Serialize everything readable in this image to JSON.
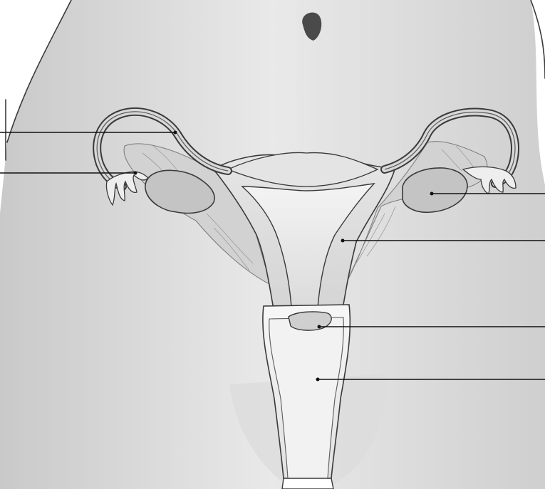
{
  "diagram": {
    "labels": [
      {
        "id": "fallopian-tube",
        "text": ""
      },
      {
        "id": "fimbriae",
        "text": ""
      },
      {
        "id": "ovary",
        "text": ""
      },
      {
        "id": "uterus",
        "text": ""
      },
      {
        "id": "cervix",
        "text": ""
      },
      {
        "id": "vagina",
        "text": ""
      }
    ]
  }
}
